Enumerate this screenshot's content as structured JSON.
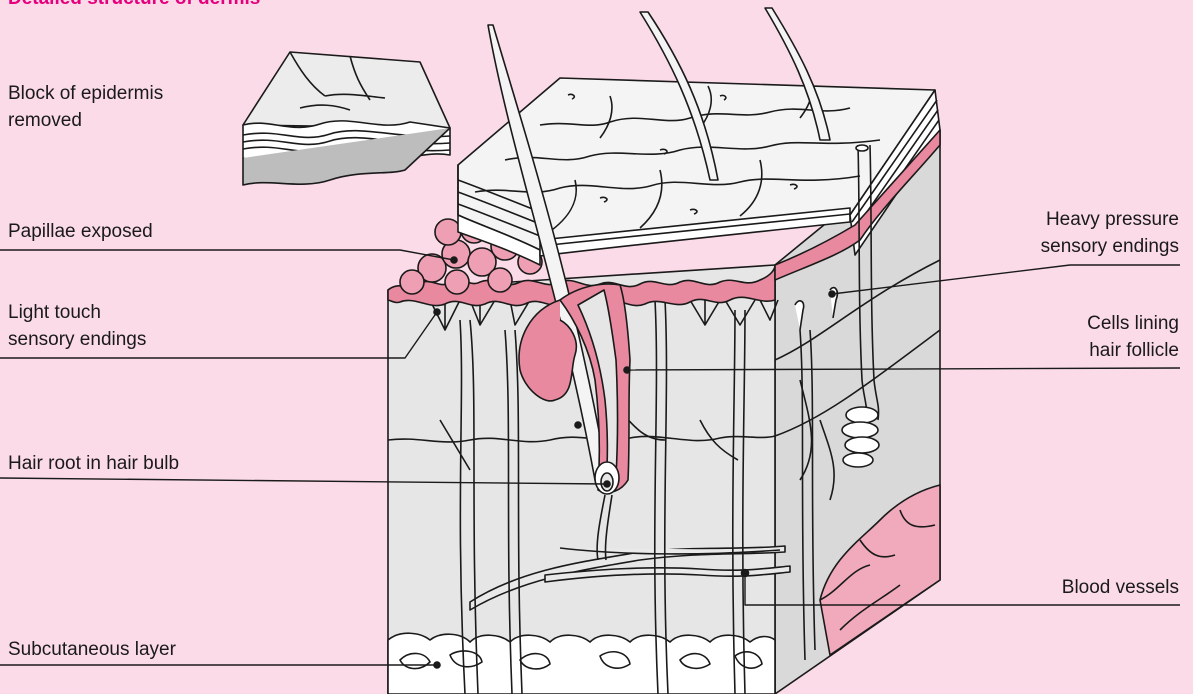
{
  "title": "Detailed structure of dermis",
  "labels": {
    "epidermis_block": [
      "Block of epidermis",
      "removed"
    ],
    "papillae": "Papillae exposed",
    "light_touch": [
      "Light touch",
      "sensory endings"
    ],
    "hair_root": "Hair root in hair bulb",
    "subcutaneous": "Subcutaneous layer",
    "heavy_pressure": [
      "Heavy pressure",
      "sensory endings"
    ],
    "cells_lining": [
      "Cells lining",
      "hair follicle"
    ],
    "blood_vessels": "Blood vessels"
  },
  "colors": {
    "background": "#fbdbe8",
    "title": "#e6007e",
    "papillae_pink": "#e8899f",
    "dermis_grey": "#e3e3e3",
    "outline": "#1a1a1a"
  }
}
